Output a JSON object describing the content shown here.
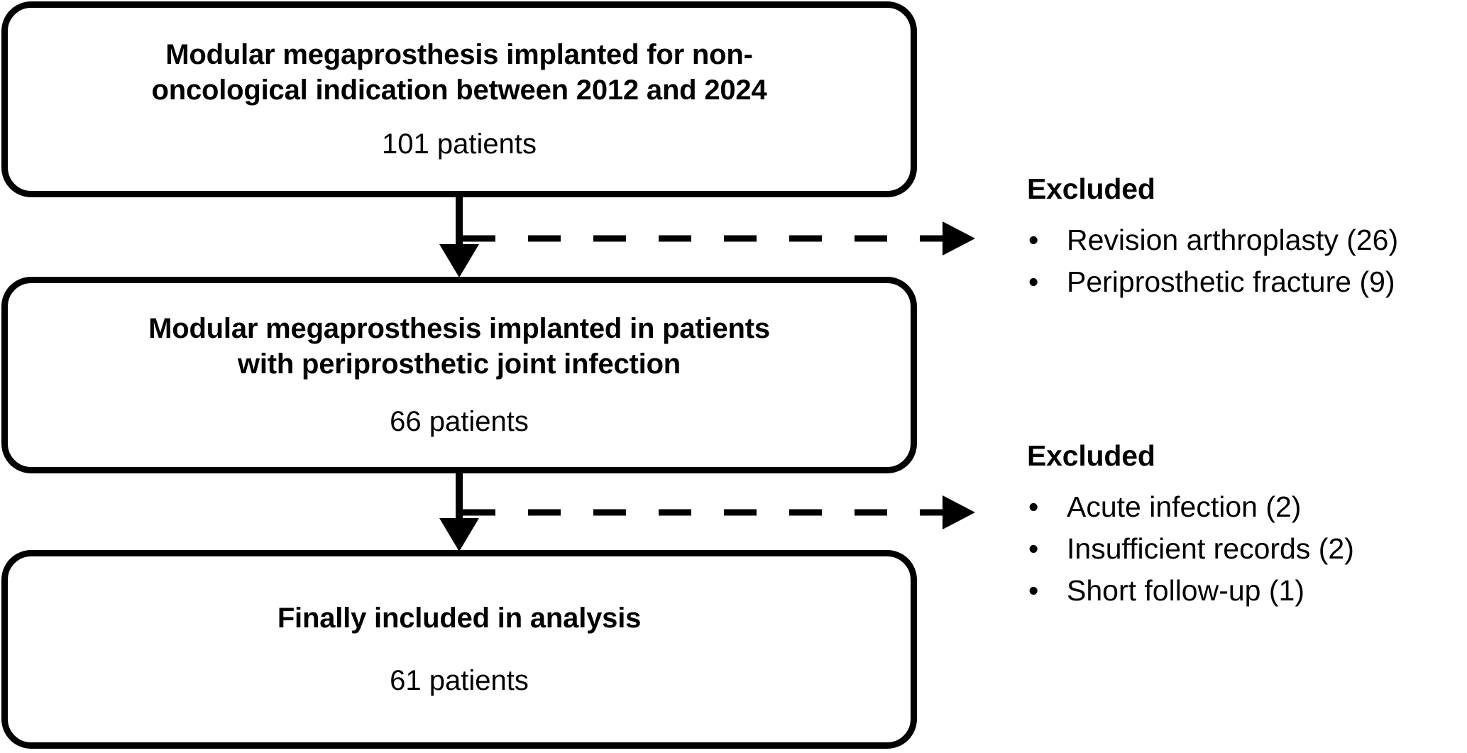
{
  "figure": {
    "type": "flowchart",
    "orientation": "vertical",
    "description": "Patient selection flow diagram"
  },
  "boxes": [
    {
      "id": "cohort-screened",
      "title": "Modular megaprosthesis implanted for non-\noncological indication between 2012 and 2024",
      "count": "101 patients"
    },
    {
      "id": "cohort-pji",
      "title": "Modular megaprosthesis implanted in patients\nwith periprosthetic joint infection",
      "count": "66 patients"
    },
    {
      "id": "cohort-final",
      "title": "Finally included in analysis",
      "count": "61 patients"
    }
  ],
  "exclusions": [
    {
      "id": "exclusion-group-1",
      "heading": "Excluded",
      "bullet_glyph": "•",
      "items": [
        "Revision arthroplasty (26)",
        "Periprosthetic fracture (9)"
      ]
    },
    {
      "id": "exclusion-group-2",
      "heading": "Excluded",
      "bullet_glyph": "•",
      "items": [
        "Acute infection (2)",
        "Insufficient records (2)",
        "Short follow-up (1)"
      ]
    }
  ],
  "connectors": [
    {
      "id": "flow-arrow-1",
      "style": "solid",
      "direction": "down",
      "from": "cohort-screened",
      "to": "cohort-pji"
    },
    {
      "id": "exclusion-arrow-1",
      "style": "dashed",
      "direction": "right",
      "from": "cohort-screened",
      "to": "exclusion-group-1"
    },
    {
      "id": "flow-arrow-2",
      "style": "solid",
      "direction": "down",
      "from": "cohort-pji",
      "to": "cohort-final"
    },
    {
      "id": "exclusion-arrow-2",
      "style": "dashed",
      "direction": "right",
      "from": "cohort-pji",
      "to": "exclusion-group-2"
    }
  ],
  "colors": {
    "stroke": "#000000",
    "background": "#ffffff",
    "text": "#000000"
  }
}
